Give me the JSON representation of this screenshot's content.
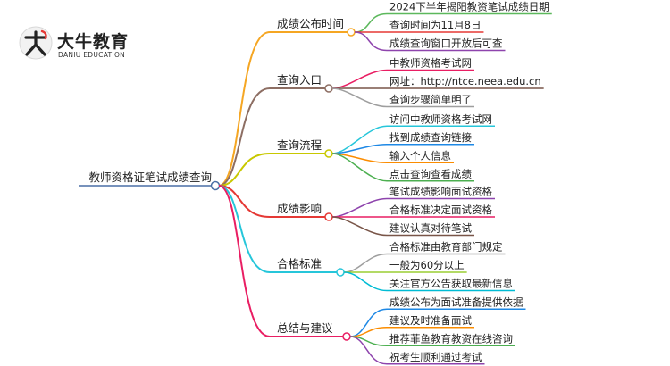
{
  "logo": {
    "name_cn": "大牛教育",
    "name_en": "DANIU EDUCATION"
  },
  "mindmap": {
    "root": "教师资格证笔试成绩查询",
    "branches": [
      {
        "label": "成绩公布时间",
        "color": "#f5a623",
        "children": [
          {
            "label": "2024下半年揭阳教资笔试成绩日期",
            "color": "#5cb85c"
          },
          {
            "label": "查询时间为11月8日",
            "color": "#e53935"
          },
          {
            "label": "成绩查询窗口开放后可查",
            "color": "#8e44ad"
          }
        ]
      },
      {
        "label": "查询入口",
        "color": "#8d6e63",
        "children": [
          {
            "label": "中教师资格考试网",
            "color": "#e91e63"
          },
          {
            "label": "网址：http://ntce.neea.edu.cn",
            "color": "#795548"
          },
          {
            "label": "查询步骤简单明了",
            "color": "#9e9e9e"
          }
        ]
      },
      {
        "label": "查询流程",
        "color": "#c8c800",
        "children": [
          {
            "label": "访问中教师资格考试网",
            "color": "#26c6da"
          },
          {
            "label": "找到成绩查询链接",
            "color": "#1e88e5"
          },
          {
            "label": "输入个人信息",
            "color": "#fb8c00"
          },
          {
            "label": "点击查询查看成绩",
            "color": "#4caf50"
          }
        ]
      },
      {
        "label": "成绩影响",
        "color": "#e53935",
        "children": [
          {
            "label": "笔试成绩影响面试资格",
            "color": "#8e44ad"
          },
          {
            "label": "合格标准决定面试资格",
            "color": "#e91e63"
          },
          {
            "label": "建议认真对待笔试",
            "color": "#795548"
          }
        ]
      },
      {
        "label": "合格标准",
        "color": "#26c6da",
        "children": [
          {
            "label": "合格标准由教育部门规定",
            "color": "#9e9e9e"
          },
          {
            "label": "一般为60分以上",
            "color": "#9acd32"
          },
          {
            "label": "关注官方公告获取最新信息",
            "color": "#00bcd4"
          }
        ]
      },
      {
        "label": "总结与建议",
        "color": "#e91e63",
        "children": [
          {
            "label": "成绩公布为面试准备提供依据",
            "color": "#1e88e5"
          },
          {
            "label": "建议及时准备面试",
            "color": "#fb8c00"
          },
          {
            "label": "推荐菲鱼教育教资在线咨询",
            "color": "#4caf50"
          },
          {
            "label": "祝考生顺利通过考试",
            "color": "#8e44ad"
          }
        ]
      }
    ]
  }
}
